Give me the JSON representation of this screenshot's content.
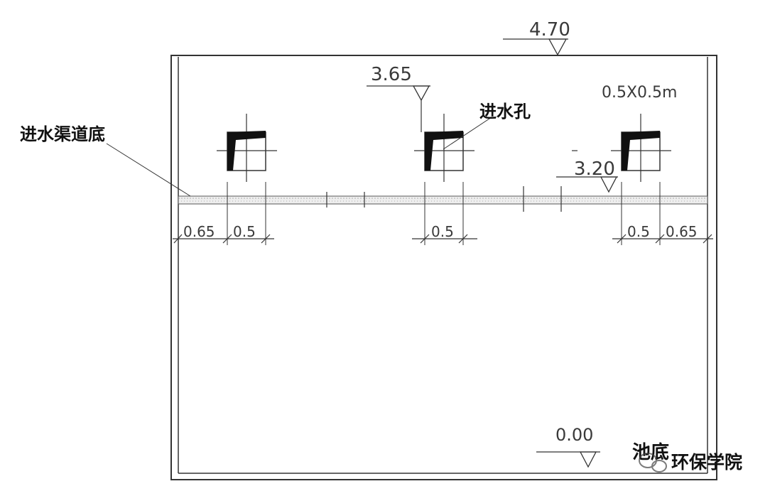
{
  "elevations": {
    "top": "4.70",
    "inlet_top": "3.65",
    "channel_bottom": "3.20",
    "pool_bottom": "0.00"
  },
  "labels": {
    "channel_bottom": "进水渠道底",
    "inlet_hole": "进水孔",
    "hole_size": "0.5X0.5m",
    "pool_bottom": "池底",
    "watermark": "环保学院"
  },
  "dimensions": {
    "left_edge": "0.65",
    "left_hole": "0.5",
    "mid_hole": "0.5",
    "right_hole": "0.5",
    "right_edge": "0.65"
  },
  "colors": {
    "line": "#333333",
    "fill": "#111111"
  },
  "icons": [
    "wechat-logo-icon"
  ]
}
